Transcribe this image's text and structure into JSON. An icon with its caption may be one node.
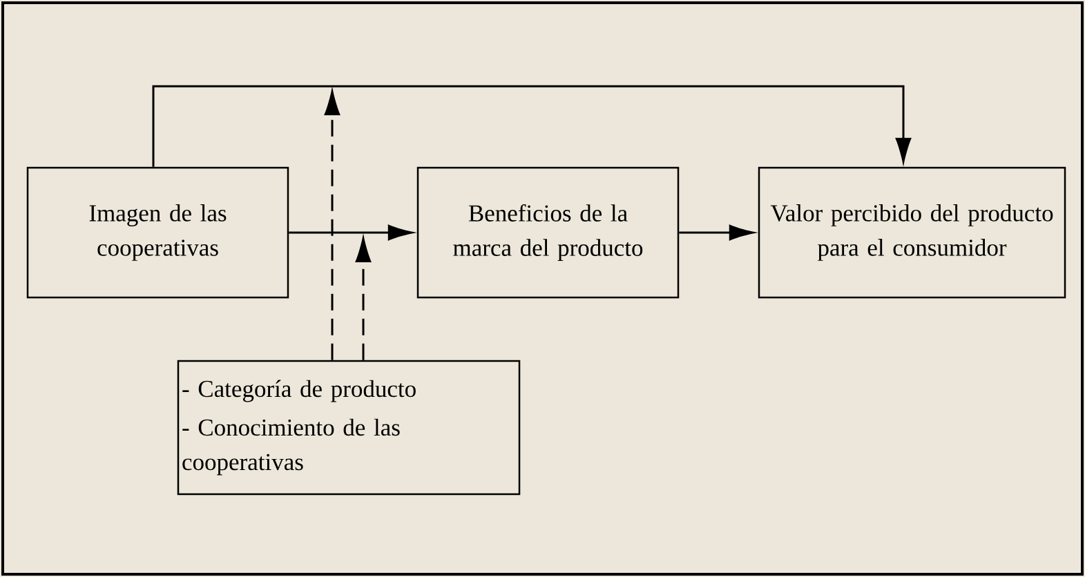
{
  "diagram": {
    "nodes": [
      {
        "text": [
          "Imagen de las cooperativas"
        ]
      },
      {
        "text": [
          "Beneficios de la marca del producto"
        ]
      },
      {
        "text": [
          "Valor percibido del producto para el consumidor"
        ]
      },
      {
        "text": [
          "- Categoría de producto",
          "- Conocimiento de las cooperativas"
        ]
      }
    ],
    "edges": [
      {
        "from": 0,
        "to": 2,
        "arrow": "to"
      },
      {
        "from": 0,
        "to": 1,
        "arrow": "to"
      },
      {
        "from": 1,
        "to": 2,
        "arrow": "to"
      },
      {
        "from": 3,
        "to": null,
        "arrow": "to",
        "style": "dashed"
      },
      {
        "from": 3,
        "to": null,
        "arrow": "to",
        "style": "dashed"
      }
    ]
  }
}
